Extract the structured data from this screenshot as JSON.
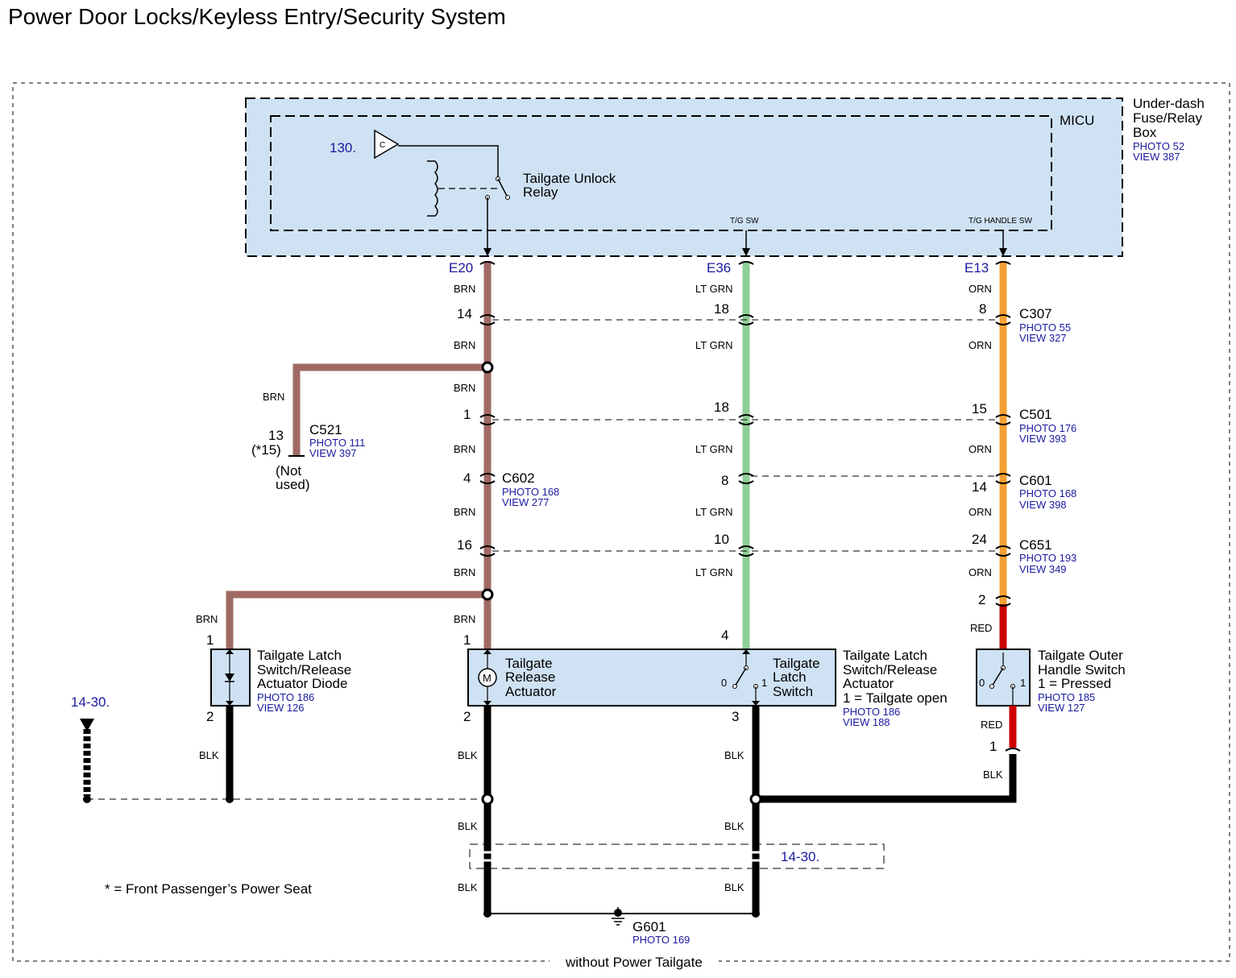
{
  "title": "Power Door Locks/Keyless Entry/Security System",
  "colors": {
    "BRN": "#a06a64",
    "LT_GRN": "#8fcf95",
    "ORN": "#f5a033",
    "RED": "#cc0000",
    "BLK": "#000000",
    "box_fill": "#cfe2f3"
  },
  "fuse_box": {
    "name_lines": [
      "Under-dash",
      "Fuse/Relay",
      "Box"
    ],
    "photo": "PHOTO 52",
    "view": "VIEW 387",
    "micu": "MICU",
    "ref": "130.",
    "relay_letter": "C",
    "relay_lines": [
      "Tailgate Unlock",
      "Relay"
    ],
    "tg_sw": "T/G SW",
    "tg_handle_sw": "T/G HANDLE SW"
  },
  "terminals": {
    "e20": "E20",
    "e36": "E36",
    "e13": "E13"
  },
  "wire_labels": {
    "brn": "BRN",
    "lt_grn": "LT GRN",
    "orn": "ORN",
    "red": "RED",
    "blk": "BLK"
  },
  "connectors": {
    "c307": {
      "name": "C307",
      "photo": "PHOTO 55",
      "view": "VIEW 327",
      "pins": [
        "14",
        "18",
        "8"
      ]
    },
    "c501": {
      "name": "C501",
      "photo": "PHOTO 176",
      "view": "VIEW 393",
      "pins": [
        "1",
        "18",
        "15"
      ]
    },
    "c521": {
      "name": "C521",
      "photo": "PHOTO 111",
      "view": "VIEW 397",
      "pin": "13",
      "alt_pin": "(*15)",
      "note_lines": [
        "(Not",
        "used)"
      ]
    },
    "c602": {
      "name": "C602",
      "photo": "PHOTO 168",
      "view": "VIEW 277",
      "pin": "4"
    },
    "c601": {
      "name": "C601",
      "photo": "PHOTO 168",
      "view": "VIEW 398",
      "pins": [
        "8",
        "14"
      ]
    },
    "c651": {
      "name": "C651",
      "photo": "PHOTO 193",
      "view": "VIEW 349",
      "pins": [
        "16",
        "10",
        "24"
      ]
    }
  },
  "components": {
    "diode": {
      "lines": [
        "Tailgate Latch",
        "Switch/Release",
        "Actuator Diode"
      ],
      "photo": "PHOTO 186",
      "view": "VIEW 126",
      "pin_top": "1",
      "pin_bottom": "2"
    },
    "actuator": {
      "lines": [
        "Tailgate",
        "Release",
        "Actuator"
      ],
      "motor": "M",
      "pin_top": "1",
      "pin_bottom": "2"
    },
    "latch_switch": {
      "lines": [
        "Tailgate",
        "Latch",
        "Switch"
      ],
      "pin_top": "4",
      "pin_bottom": "3",
      "pos0": "0",
      "pos1": "1"
    },
    "latch_assembly": {
      "lines": [
        "Tailgate Latch",
        "Switch/Release",
        "Actuator",
        "1 = Tailgate open"
      ],
      "photo": "PHOTO 186",
      "view": "VIEW 188"
    },
    "outer_handle": {
      "lines": [
        "Tailgate Outer",
        "Handle Switch",
        "1 = Pressed"
      ],
      "photo": "PHOTO 185",
      "view": "VIEW 127",
      "pin_top": "2",
      "pin_bottom": "1",
      "pos0": "0",
      "pos1": "1"
    }
  },
  "ground": {
    "name": "G601",
    "photo": "PHOTO 169"
  },
  "refs": {
    "left": "14-30.",
    "bottom": "14-30."
  },
  "footnote": "* = Front Passenger’s Power Seat",
  "condition": "without Power Tailgate"
}
